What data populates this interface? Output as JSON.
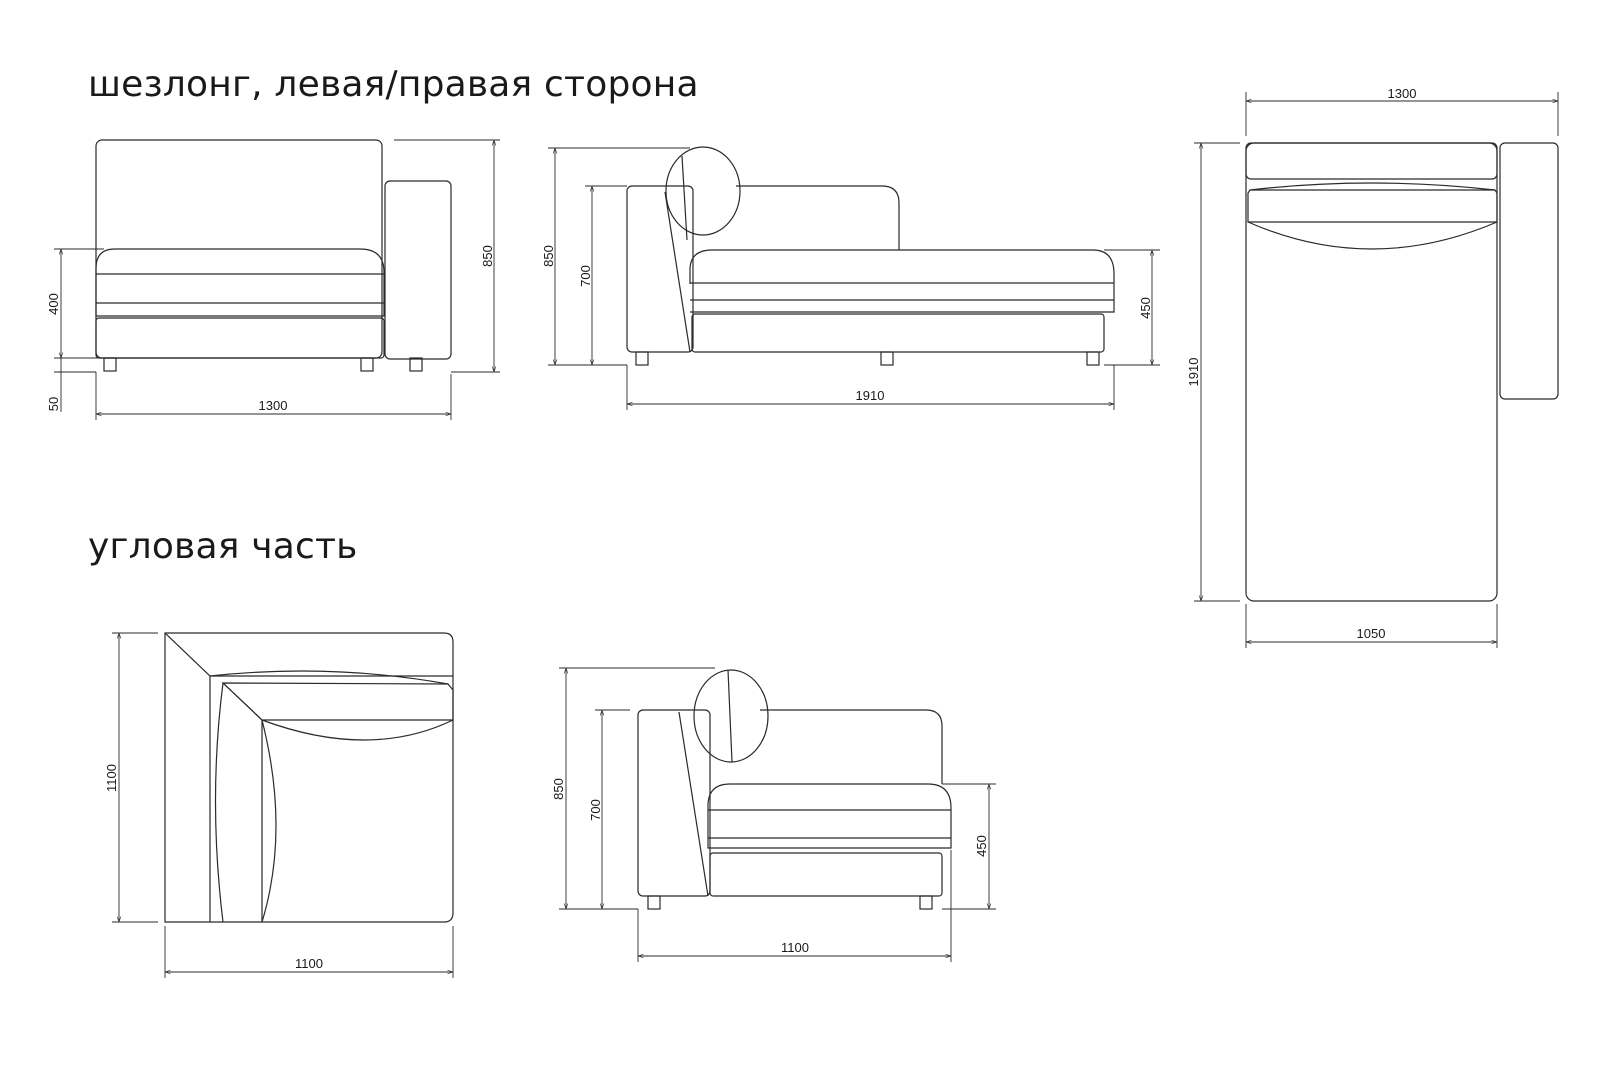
{
  "headings": {
    "chaise": "шезлонг, левая/правая сторона",
    "corner": "угловая часть"
  },
  "chaise_front": {
    "width": "1300",
    "height_total": "850",
    "seat_height": "400",
    "leg_height": "50"
  },
  "chaise_side": {
    "length": "1910",
    "height_total": "850",
    "back_height": "700",
    "seat_height": "450"
  },
  "chaise_top": {
    "width_total": "1300",
    "length": "1910",
    "seat_width": "1050"
  },
  "corner_top": {
    "width": "1100",
    "depth": "1100"
  },
  "corner_side": {
    "length": "1100",
    "height_total": "850",
    "back_height": "700",
    "seat_height": "450"
  }
}
